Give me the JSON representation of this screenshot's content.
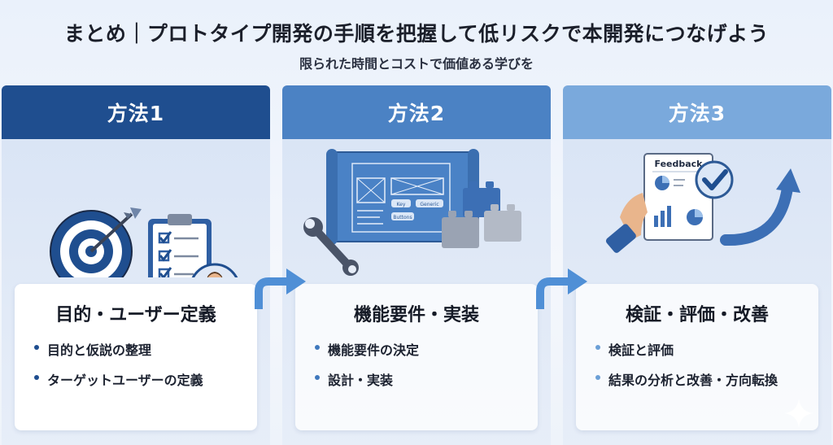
{
  "header": {
    "title": "まとめ｜プロトタイプ開発の手順を把握して低リスクで本開発につなげよう",
    "subtitle": "限られた時間とコストで価値ある学びを"
  },
  "methods": [
    {
      "label": "方法1",
      "card_title": "目的・ユーザー定義",
      "bullets": [
        "目的と仮説の整理",
        "ターゲットユーザーの定義"
      ]
    },
    {
      "label": "方法2",
      "card_title": "機能要件・実装",
      "bullets": [
        "機能要件の決定",
        "設計・実装"
      ],
      "illustration": {
        "wireframe_labels": [
          "Key",
          "Generic",
          "Buttons"
        ]
      }
    },
    {
      "label": "方法3",
      "card_title": "検証・評価・改善",
      "bullets": [
        "検証と評価",
        "結果の分析と改善・方向転換"
      ],
      "illustration": {
        "report_title": "Feedback"
      }
    }
  ],
  "colors": {
    "method1": "#1f4e8f",
    "method2": "#4b82c4",
    "method3": "#7aa9dc",
    "arrow": "#4f8fd6"
  },
  "icons": [
    "target-icon",
    "checklist-icon",
    "user-avatar-icon",
    "blueprint-icon",
    "wrench-icon",
    "blocks-icon",
    "feedback-report-icon",
    "checkmark-icon",
    "growth-arrow-icon",
    "step-arrow-icon",
    "sparkle-icon"
  ]
}
